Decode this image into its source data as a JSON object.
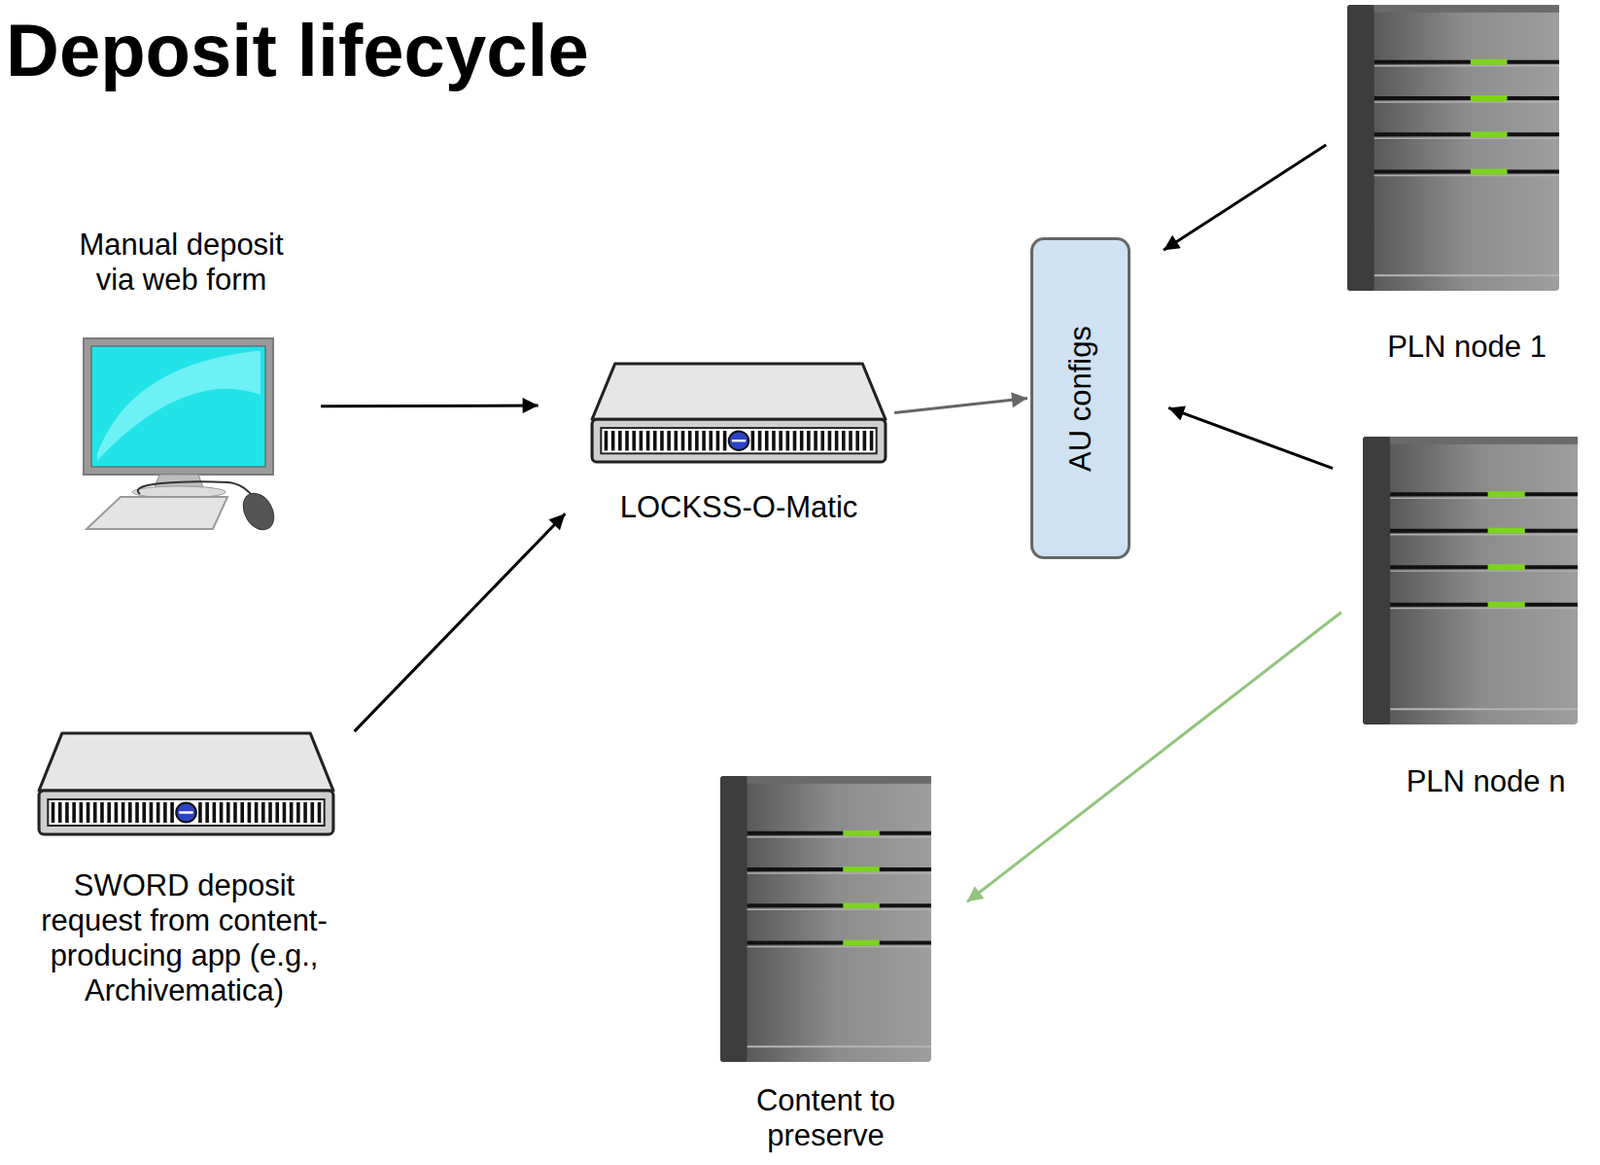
{
  "diagram": {
    "title": "Deposit lifecycle",
    "nodes": [
      {
        "text": [
          "Manual deposit via web form"
        ]
      },
      {
        "text": [
          "LOCKSS-O-Matic"
        ]
      },
      {
        "text": [
          "AU configs"
        ]
      },
      {
        "text": [
          "PLN node 1"
        ]
      },
      {
        "text": [
          "PLN node n"
        ]
      },
      {
        "text": [
          "SWORD deposit request from content-producing app (e.g., Archivematica)"
        ]
      },
      {
        "text": [
          "Content to preserve"
        ]
      }
    ],
    "edges": [
      {
        "from": 0,
        "to": 1,
        "arrow": "to"
      },
      {
        "from": 5,
        "to": 1,
        "arrow": "to"
      },
      {
        "from": 1,
        "to": 2,
        "arrow": "to"
      },
      {
        "from": 3,
        "to": 2,
        "arrow": "to"
      },
      {
        "from": 4,
        "to": 2,
        "arrow": "to"
      },
      {
        "from": 4,
        "to": 6,
        "arrow": "to"
      }
    ]
  }
}
